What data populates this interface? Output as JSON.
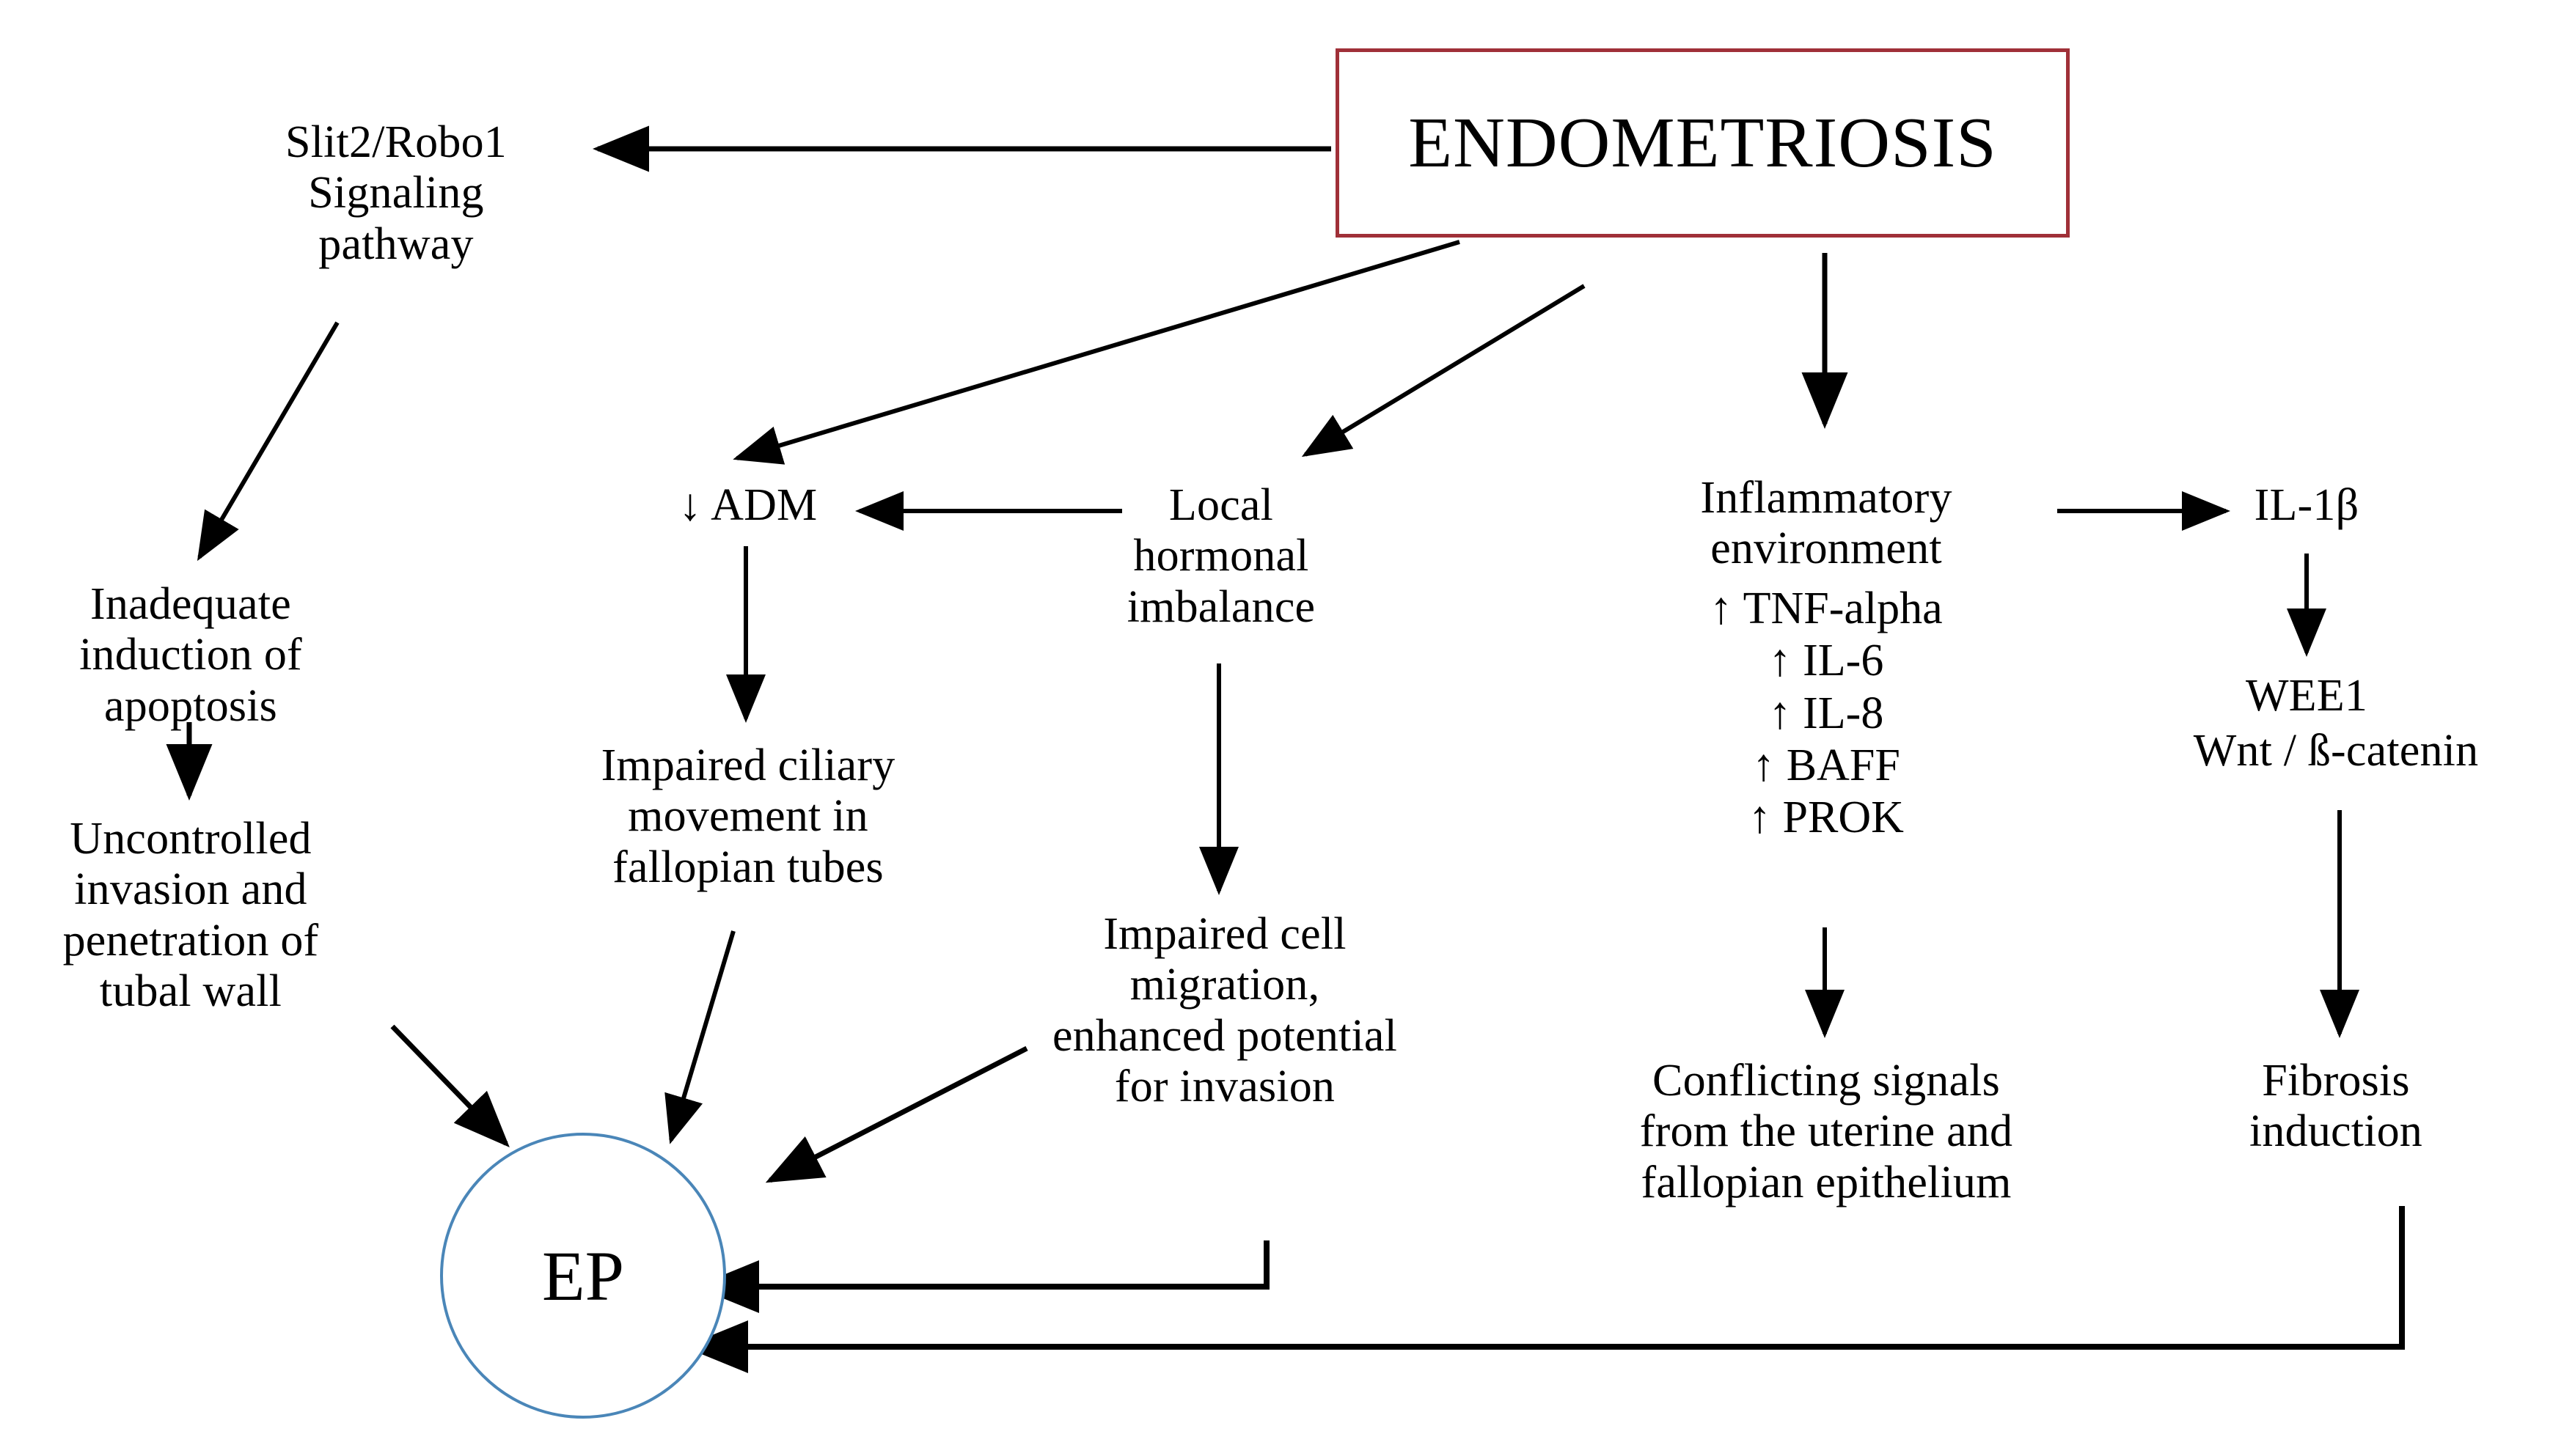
{
  "diagram": {
    "title_node": {
      "label": "ENDOMETRIOSIS",
      "border_color": "#a03038",
      "text_color": "#000000"
    },
    "outcome_node": {
      "label": "EP",
      "border_color": "#4a86b8"
    },
    "nodes": {
      "slit2": "Slit2/Robo1\nSignaling\npathway",
      "inadequate_apoptosis": "Inadequate\ninduction of\napoptosis",
      "uncontrolled_invasion": "Uncontrolled\ninvasion and\npenetration of\ntubal wall",
      "adm": "↓ ADM",
      "impaired_ciliary": "Impaired ciliary\nmovement in\nfallopian tubes",
      "local_hormonal": "Local\nhormonal\nimbalance",
      "impaired_migration": "Impaired cell\nmigration,\nenhanced potential\nfor invasion",
      "inflammatory_title": "Inflammatory\nenvironment",
      "inflammatory_markers": [
        "↑ TNF-alpha",
        "↑ IL-6",
        "↑ IL-8",
        "↑ BAFF",
        "↑ PROK"
      ],
      "conflicting_signals": "Conflicting signals\nfrom the uterine and\nfallopian epithelium",
      "il1b": "IL-1β",
      "wee1": "WEE1",
      "wnt": "Wnt / ß-catenin",
      "fibrosis": "Fibrosis\ninduction"
    },
    "edges": [
      {
        "name": "endometriosis-to-slit2",
        "kind": "straight-arrow"
      },
      {
        "name": "endometriosis-to-adm",
        "kind": "straight-arrow"
      },
      {
        "name": "endometriosis-to-local-hormonal",
        "kind": "straight-arrow"
      },
      {
        "name": "endometriosis-to-inflammatory",
        "kind": "straight-arrow"
      },
      {
        "name": "slit2-to-inadequate-apoptosis",
        "kind": "straight-arrow"
      },
      {
        "name": "inadequate-apoptosis-to-uncontrolled-invasion",
        "kind": "straight-arrow"
      },
      {
        "name": "uncontrolled-invasion-to-ep",
        "kind": "straight-arrow"
      },
      {
        "name": "local-hormonal-to-adm",
        "kind": "straight-arrow"
      },
      {
        "name": "adm-to-impaired-ciliary",
        "kind": "straight-arrow"
      },
      {
        "name": "impaired-ciliary-to-ep",
        "kind": "straight-arrow"
      },
      {
        "name": "local-hormonal-to-impaired-migration",
        "kind": "straight-arrow"
      },
      {
        "name": "impaired-migration-to-ep",
        "kind": "straight-arrow"
      },
      {
        "name": "inflammatory-to-il1b",
        "kind": "straight-arrow"
      },
      {
        "name": "prok-to-conflicting-signals",
        "kind": "straight-arrow"
      },
      {
        "name": "conflicting-signals-to-ep",
        "kind": "elbow-arrow"
      },
      {
        "name": "il1b-to-wee1",
        "kind": "straight-arrow"
      },
      {
        "name": "wnt-to-fibrosis",
        "kind": "straight-arrow"
      },
      {
        "name": "fibrosis-to-ep",
        "kind": "elbow-arrow"
      }
    ]
  }
}
